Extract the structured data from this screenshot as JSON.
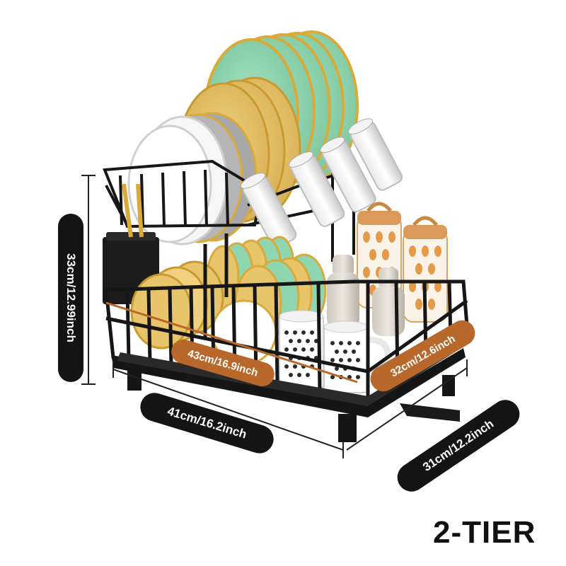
{
  "product": {
    "tier_label": "2-TIER"
  },
  "dimensions": {
    "height": "33cm/12.99inch",
    "inner_length": "43cm/16.9inch",
    "inner_width": "32cm/12.6inch",
    "base_length": "41cm/16.2inch",
    "base_width": "31cm/12.2inch"
  },
  "colors": {
    "frame": "#161616",
    "dimension_pill": "#141414",
    "inner_pill": "#b8682a",
    "plate_green": "#8fd6b0",
    "plate_yellow": "#e8c46a",
    "plate_white": "#f4f4f4",
    "gold_rim": "#d9a93a",
    "canister_orange": "#e59a4a"
  }
}
